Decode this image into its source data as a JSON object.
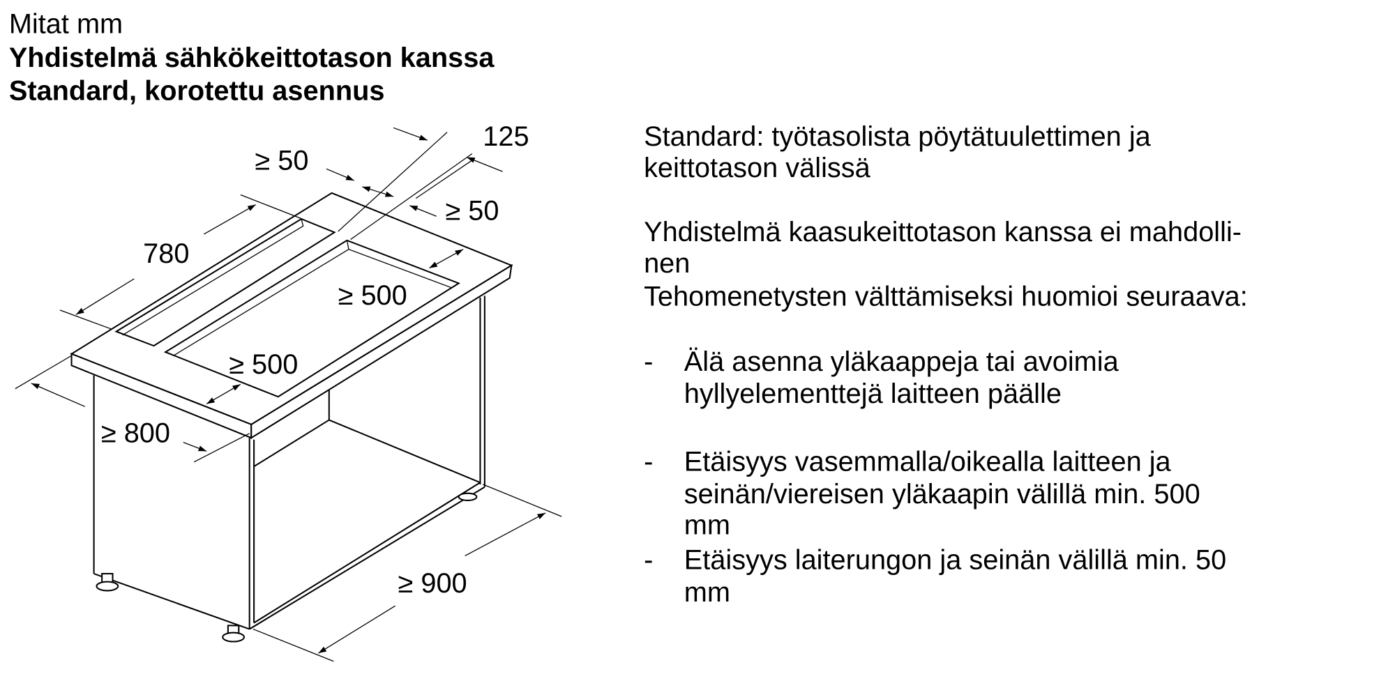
{
  "header": {
    "line1": "Mitat mm",
    "line2": "Yhdistelmä sähkökeittotason kanssa",
    "line3": "Standard, korotettu asennus"
  },
  "dimensions": {
    "d125": "125",
    "top_gap": "≥ 50",
    "side_gap": "≥ 50",
    "depth": "780",
    "right_clearance": "≥ 500",
    "front_clearance": "≥ 500",
    "width": "≥ 800",
    "cabinet_width": "≥ 900"
  },
  "notes": {
    "p1": [
      "Standard: työtasolista pöytätuulettimen ja",
      "keittotason välissä"
    ],
    "p2": [
      "Yhdistelmä kaasukeittotason kanssa ei mahdolli-",
      "nen",
      "Tehomenetysten välttämiseksi huomioi seuraava:"
    ],
    "bullet": "-",
    "bullets": [
      [
        "Älä asenna yläkaappeja tai avoimia",
        "hyllyelementtejä laitteen päälle"
      ],
      [
        "Etäisyys vasemmalla/oikealla laitteen ja",
        "seinän/viereisen yläkaapin välillä min. 500",
        "mm"
      ],
      [
        "Etäisyys laiterungon ja seinän välillä min. 50",
        "mm"
      ]
    ]
  }
}
